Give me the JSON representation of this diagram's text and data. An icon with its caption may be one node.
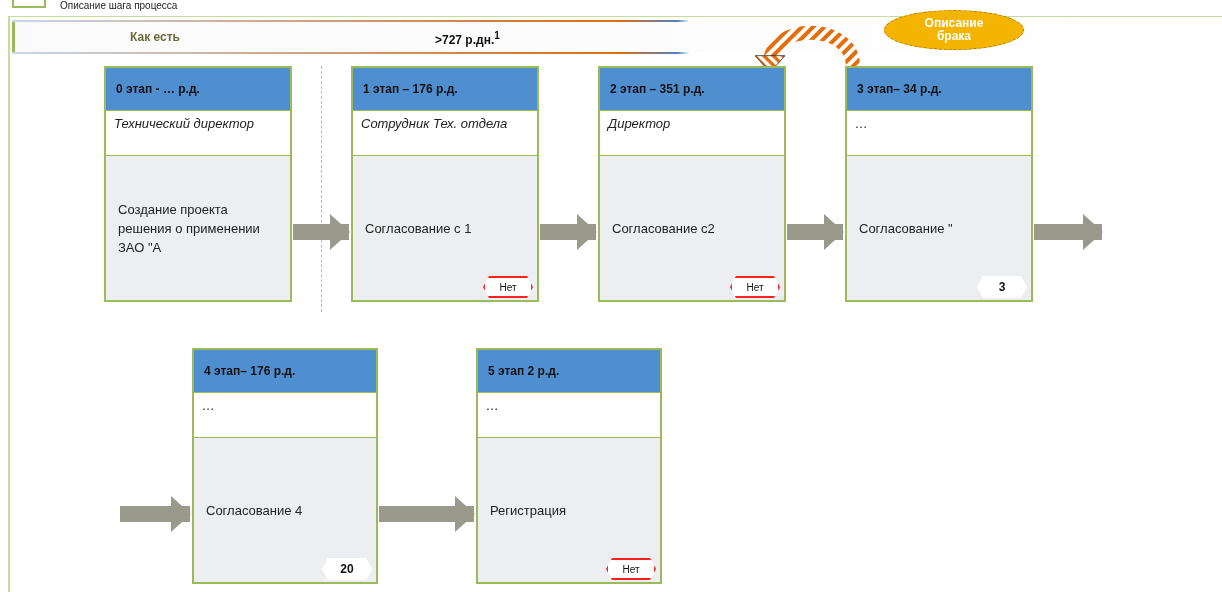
{
  "diagram": {
    "title": "Описание шага процесса",
    "nodes": [
      {
        "text": [
          "0 этап - … р.д.",
          "Технический директор",
          "Создание проекта решения о применении ЗАО \"А"
        ]
      },
      {
        "text": [
          "1 этап – 176 р.д.",
          "Сотрудник Тех. отдела",
          "Согласование с 1",
          "Нет"
        ]
      },
      {
        "text": [
          "2 этап – 351 р.д.",
          "Директор",
          "Согласование с2",
          "Нет"
        ]
      },
      {
        "text": [
          "3 этап– 34 р.д.",
          "…",
          "Согласование \"",
          "3"
        ]
      },
      {
        "text": [
          "4 этап– 176 р.д.",
          "…",
          "Согласование 4",
          "20"
        ]
      },
      {
        "text": [
          "5 этап 2 р.д.",
          "…",
          "Регистрация",
          "Нет"
        ]
      },
      {
        "text": [
          "Описание брака"
        ]
      }
    ],
    "edges": [
      {
        "from": 0,
        "to": 1,
        "arrow": "to"
      },
      {
        "from": 1,
        "to": 2,
        "arrow": "to"
      },
      {
        "from": 2,
        "to": 3,
        "arrow": "to"
      },
      {
        "from": 3,
        "to": null,
        "arrow": "to"
      },
      {
        "from": null,
        "to": 4,
        "arrow": "to"
      },
      {
        "from": 4,
        "to": 5,
        "arrow": "to"
      },
      {
        "from": 3,
        "to": 2,
        "arrow": "to",
        "style": "thick",
        "color": "#e46c0a"
      }
    ],
    "labels": [
      "Как есть",
      ">727 р.дн.$^{1}$"
    ]
  }
}
